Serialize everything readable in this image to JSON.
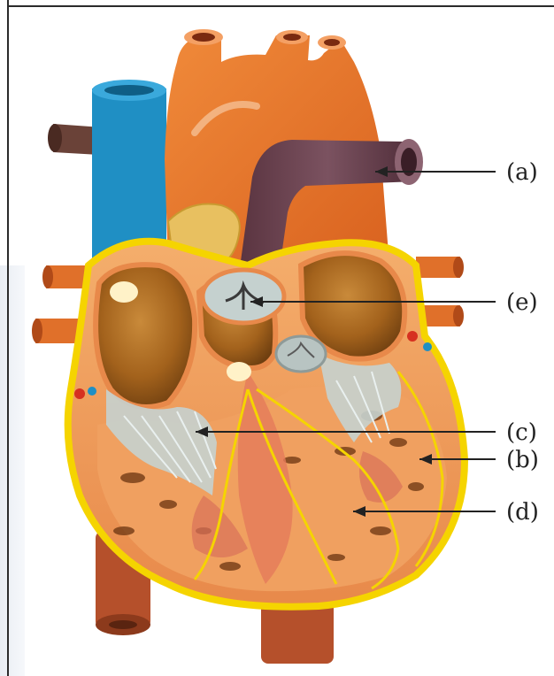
{
  "figure": {
    "labels": [
      {
        "id": "a",
        "text": "(a)"
      },
      {
        "id": "e",
        "text": "(e)"
      },
      {
        "id": "c",
        "text": "(c)"
      },
      {
        "id": "b",
        "text": "(b)"
      },
      {
        "id": "d",
        "text": "(d)"
      }
    ]
  },
  "colors": {
    "aorta": "#e8752a",
    "vena_cava": "#1f8fc4",
    "pulmonary_artery": "#6e4552",
    "myocardium": "#f2a15e",
    "chamber": "#a8641c",
    "valve_tissue": "#c5d1cf",
    "conduction": "#f5d400",
    "background": "#ffffff"
  }
}
